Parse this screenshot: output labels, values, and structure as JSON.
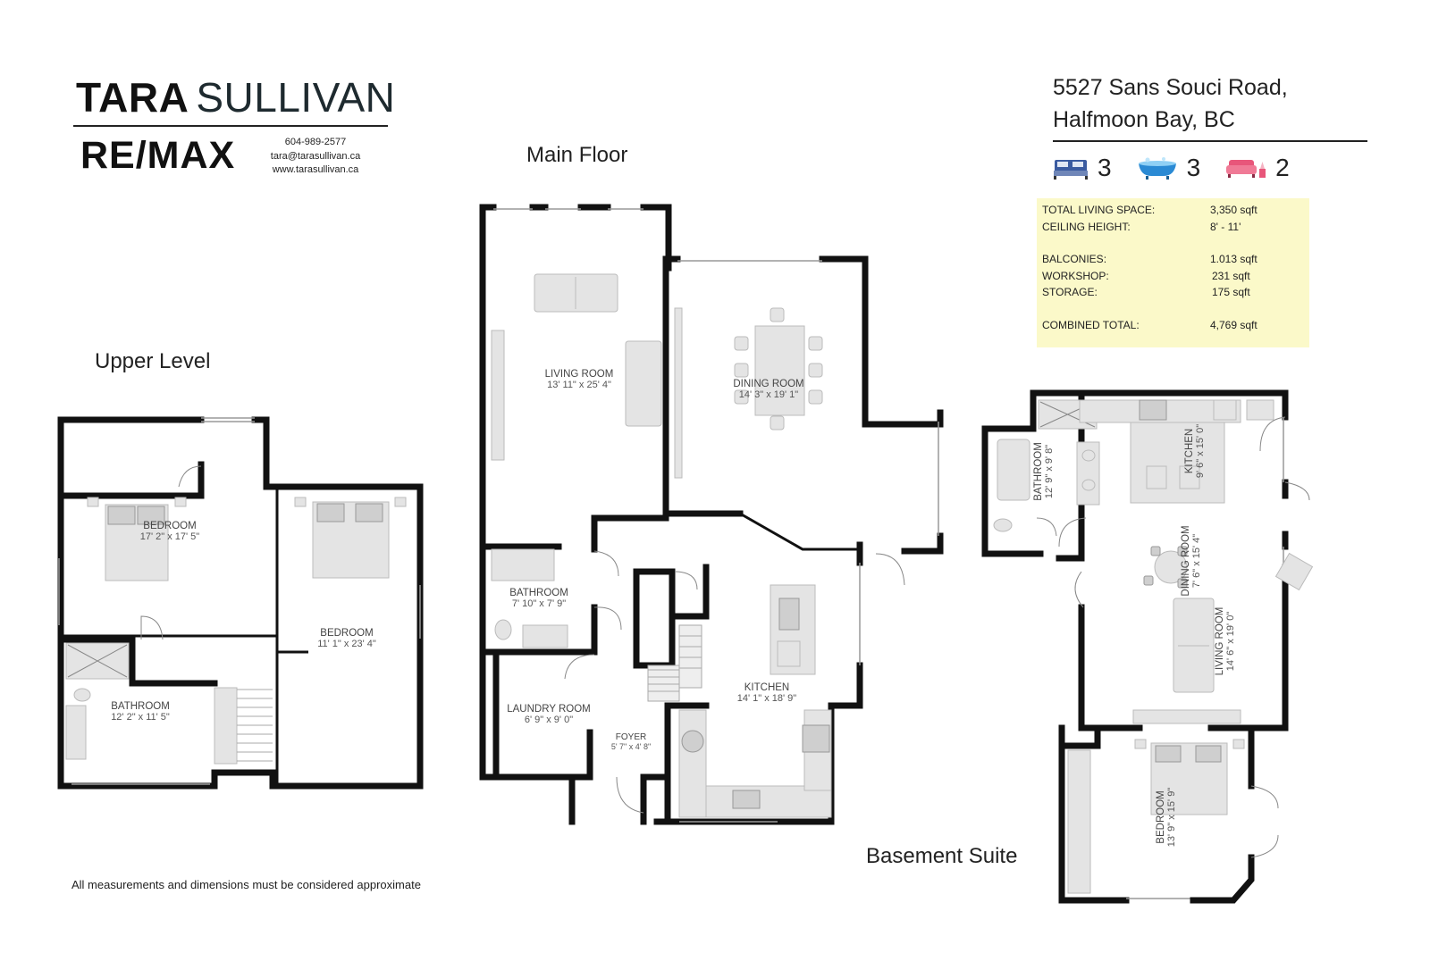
{
  "brand": {
    "name_bold": "TARA",
    "name_light": "SULLIVAN",
    "brokerage": "RE/MAX",
    "phone": "604-989-2577",
    "email": "tara@tarasullivan.ca",
    "website": "www.tarasullivan.ca"
  },
  "property": {
    "address_line1": "5527 Sans Souci Road,",
    "address_line2": "Halfmoon Bay, BC",
    "bedrooms": "3",
    "bathrooms": "3",
    "living_rooms": "2"
  },
  "stats": [
    {
      "label": "TOTAL LIVING SPACE:",
      "value": "3,350 sqft"
    },
    {
      "label": "CEILING HEIGHT:",
      "value": "8' - 11'"
    },
    {
      "label": "BALCONIES:",
      "value": "1.013 sqft"
    },
    {
      "label": "WORKSHOP:",
      "value": "231 sqft"
    },
    {
      "label": "STORAGE:",
      "value": "175 sqft"
    },
    {
      "label": "COMBINED TOTAL:",
      "value": "4,769 sqft"
    }
  ],
  "floors": {
    "upper": {
      "title": "Upper Level",
      "rooms": [
        {
          "name": "BEDROOM",
          "dims": "17' 2\" x 17' 5\""
        },
        {
          "name": "BEDROOM",
          "dims": "11' 1\" x 23' 4\""
        },
        {
          "name": "BATHROOM",
          "dims": "12' 2\" x 11' 5\""
        }
      ]
    },
    "main": {
      "title": "Main Floor",
      "rooms": [
        {
          "name": "LIVING ROOM",
          "dims": "13' 11\" x 25' 4\""
        },
        {
          "name": "DINING ROOM",
          "dims": "14' 3\" x 19' 1\""
        },
        {
          "name": "BATHROOM",
          "dims": "7' 10\" x 7' 9\""
        },
        {
          "name": "LAUNDRY ROOM",
          "dims": "6' 9\" x 9' 0\""
        },
        {
          "name": "FOYER",
          "dims": "5' 7\" x 4' 8\""
        },
        {
          "name": "KITCHEN",
          "dims": "14' 1\" x 18' 9\""
        }
      ]
    },
    "basement": {
      "title": "Basement Suite",
      "rooms": [
        {
          "name": "BATHROOM",
          "dims": "12' 9\" x 9' 8\""
        },
        {
          "name": "KITCHEN",
          "dims": "9' 6\" x 15' 0\""
        },
        {
          "name": "DINING ROOM",
          "dims": "7' 6\" x 15' 4\""
        },
        {
          "name": "LIVING ROOM",
          "dims": "14' 6\" x 19' 0\""
        },
        {
          "name": "BEDROOM",
          "dims": "13' 9\" x 15' 9\""
        }
      ]
    }
  },
  "disclaimer": "All measurements and dimensions must be considered approximate",
  "colors": {
    "wall": "#111111",
    "furniture": "#e6e6e6",
    "stats_bg": "#fbf9c9",
    "bed_icon": "#3a5ba0",
    "bath_icon": "#2a8ad4",
    "sofa_icon": "#e8567a"
  }
}
